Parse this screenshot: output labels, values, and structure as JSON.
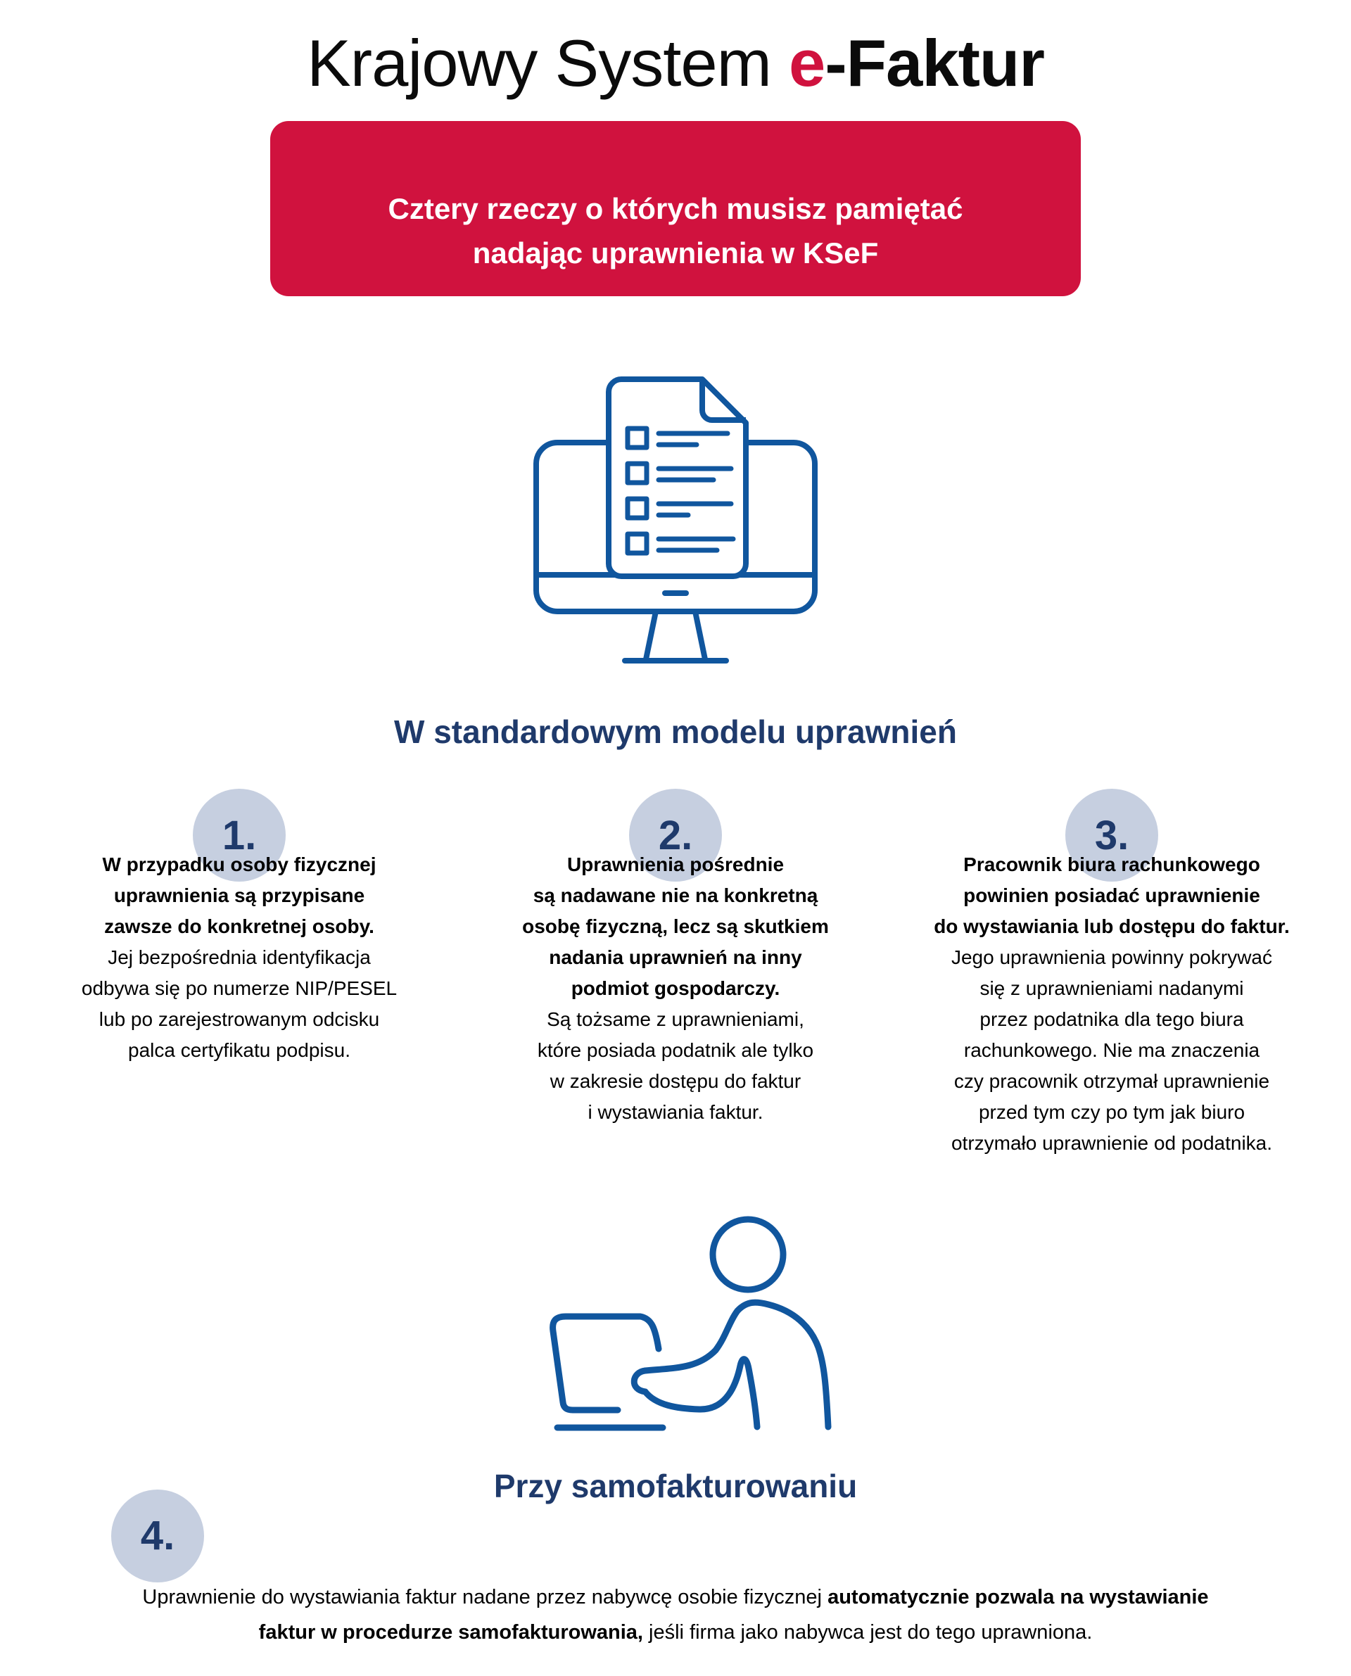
{
  "title": {
    "light": "Krajowy System ",
    "accent": "e",
    "bold": "-Faktur"
  },
  "banner": {
    "text": "Cztery rzeczy o których musisz pamiętać\nnadając uprawnienia w KSeF"
  },
  "standard_section": {
    "heading": "W standardowym modelu uprawnień",
    "items": [
      {
        "number": "1.",
        "bold": "W przypadku osoby fizycznej\nuprawnienia są przypisane\nzawsze do konkretnej osoby.",
        "regular": "Jej bezpośrednia identyfikacja\nodbywa się po numerze NIP/PESEL\nlub po zarejestrowanym odcisku\npalca certyfikatu podpisu."
      },
      {
        "number": "2.",
        "bold": "Uprawnienia pośrednie\nsą nadawane nie na konkretną\nosobę fizyczną, lecz są skutkiem\nnadania uprawnień na inny\npodmiot gospodarczy.",
        "regular": "Są tożsame z uprawnieniami,\nktóre posiada podatnik ale tylko\nw zakresie dostępu do faktur\ni wystawiania faktur."
      },
      {
        "number": "3.",
        "bold": "Pracownik biura rachunkowego\npowinien posiadać uprawnienie\ndo wystawiania lub dostępu do faktur.",
        "regular": "Jego uprawnienia powinny pokrywać\nsię z uprawnieniami nadanymi\nprzez podatnika dla tego biura\nrachunkowego. Nie ma znaczenia\nczy pracownik otrzymał uprawnienie\nprzed tym czy po tym jak biuro\notrzymało uprawnienie od podatnika."
      }
    ]
  },
  "self_invoicing_section": {
    "heading": "Przy samofakturowaniu",
    "number": "4.",
    "text_pre": "Uprawnienie do wystawiania faktur nadane przez nabywcę osobie fizycznej ",
    "text_bold": "automatycznie pozwala na wystawianie\nfaktur w procedurze samofakturowania,",
    "text_post": " jeśli firma jako nabywca jest do tego uprawniona."
  },
  "icons": {
    "monitor": "monitor-checklist-document-icon",
    "person": "person-working-at-laptop-icon"
  },
  "colors": {
    "accent_red": "#D0123E",
    "navy": "#1F3A6B",
    "icon_blue": "#10569E",
    "circle_bg": "#C6CFE0",
    "text_black": "#000000",
    "banner_text": "#FFFFFF"
  }
}
